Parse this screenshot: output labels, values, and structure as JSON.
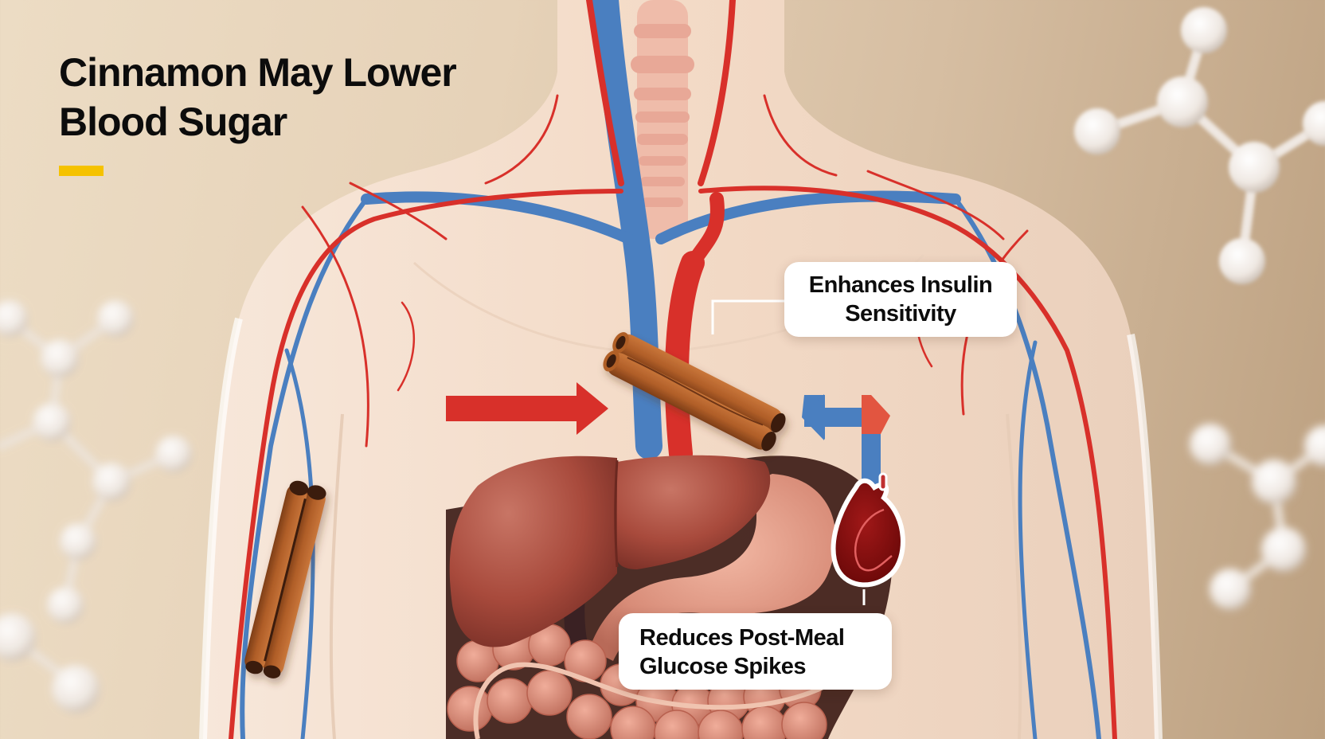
{
  "title": {
    "line1": "Cinnamon May Lower",
    "line2": "Blood Sugar",
    "accent_color": "#f5c200"
  },
  "callouts": [
    {
      "line1": "Enhances Insulin",
      "line2": "Sensitivity"
    },
    {
      "line1": "Reduces Post-Meal",
      "line2": "Glucose Spikes"
    }
  ],
  "illustration": {
    "subject": "human torso anatomy",
    "elements": [
      "cinnamon-stick-chest",
      "cinnamon-stick-arm",
      "liver",
      "stomach",
      "intestines",
      "pancreas",
      "blood-vessels",
      "molecule-models"
    ],
    "colors": {
      "artery_red": "#d8302a",
      "vein_blue": "#4a7fc0",
      "cinnamon": "#b8622a",
      "liver": "#a84a3c",
      "skin": "#f3d9c6",
      "background": "#e6d2b8"
    }
  }
}
